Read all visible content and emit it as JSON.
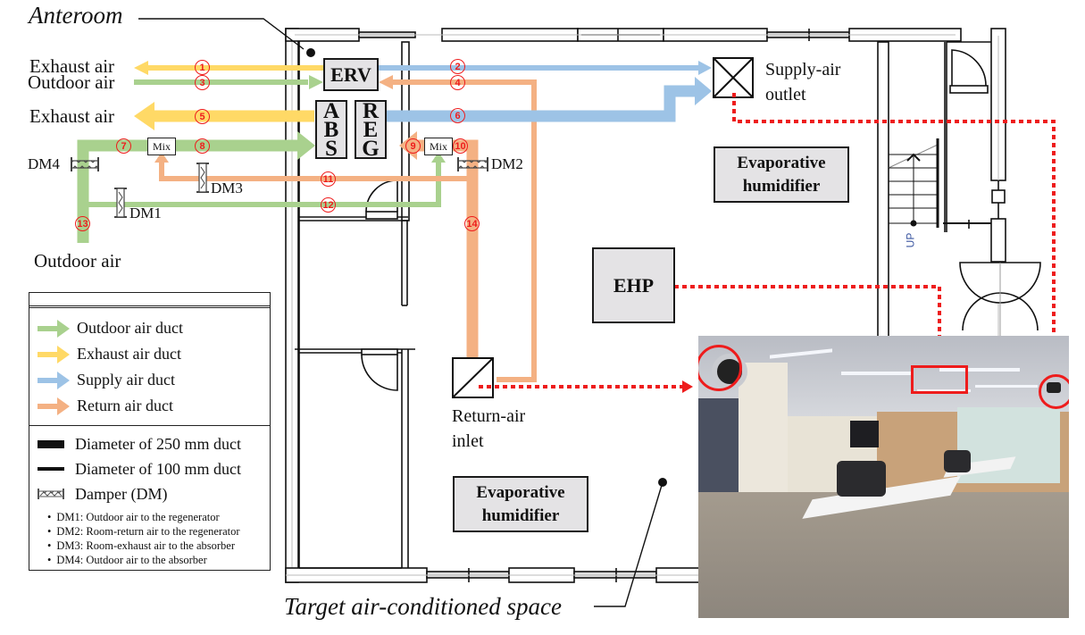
{
  "title_labels": {
    "anteroom": "Anteroom",
    "target_space": "Target air-conditioned space"
  },
  "external_flows": [
    {
      "label": "Exhaust air",
      "number": "1",
      "duct": "exhaust"
    },
    {
      "label": "Outdoor air",
      "number": "3",
      "duct": "outdoor"
    },
    {
      "label": "Exhaust air",
      "number": "5",
      "duct": "exhaust"
    },
    {
      "label": "Outdoor air",
      "number": "13",
      "duct": "outdoor"
    }
  ],
  "equipment": {
    "erv": "ERV",
    "abs": [
      "A",
      "B",
      "S"
    ],
    "reg": [
      "R",
      "E",
      "G"
    ],
    "ehp": "EHP",
    "mixer_left": "Mix",
    "mixer_right": "Mix",
    "humidifier_top": [
      "Evaporative",
      "humidifier"
    ],
    "humidifier_bottom": [
      "Evaporative",
      "humidifier"
    ],
    "supply_outlet": [
      "Supply-air",
      "outlet"
    ],
    "return_inlet": [
      "Return-air",
      "inlet"
    ]
  },
  "duct_numbers": [
    "1",
    "2",
    "3",
    "4",
    "5",
    "6",
    "7",
    "8",
    "9",
    "10",
    "11",
    "12",
    "13",
    "14"
  ],
  "dampers": [
    {
      "id": "DM1"
    },
    {
      "id": "DM2"
    },
    {
      "id": "DM3"
    },
    {
      "id": "DM4"
    }
  ],
  "stair_label": "UP",
  "legend": {
    "ducts": [
      {
        "label": "Outdoor air duct",
        "color": "#a9d18e"
      },
      {
        "label": "Exhaust air duct",
        "color": "#ffd966"
      },
      {
        "label": "Supply air duct",
        "color": "#9dc3e6"
      },
      {
        "label": "Return air duct",
        "color": "#f4b183"
      }
    ],
    "sizes": [
      {
        "label": "Diameter of 250 mm duct"
      },
      {
        "label": "Diameter of 100 mm duct"
      },
      {
        "label": "Damper (DM)"
      }
    ],
    "damper_notes": [
      "DM1: Outdoor air to the regenerator",
      "DM2: Room-return air to the regenerator",
      "DM3: Room-exhaust air to the absorber",
      "DM4: Outdoor air to the absorber"
    ]
  },
  "colors": {
    "outdoor": "#a9d18e",
    "exhaust": "#ffd966",
    "supply": "#9dc3e6",
    "return": "#f4b183",
    "callout": "#ee1c1c",
    "equipment_fill": "#e4e3e5"
  }
}
